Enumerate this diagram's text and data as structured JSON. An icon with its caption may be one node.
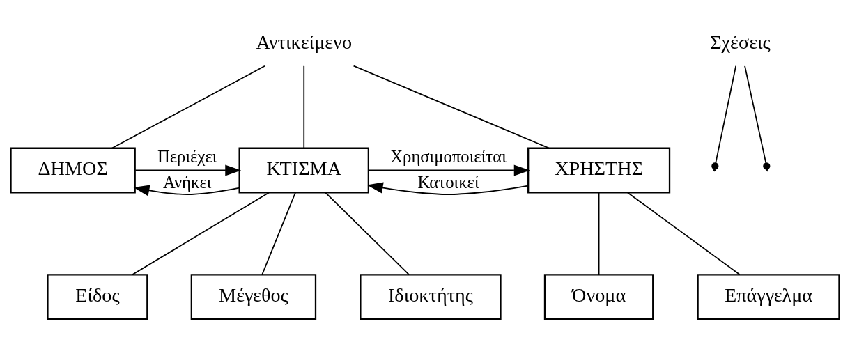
{
  "diagram": {
    "nodes": [
      {
        "text": [
          "Αντικείμενο"
        ]
      },
      {
        "text": [
          "Σχέσεις"
        ]
      },
      {
        "text": [
          "ΔΗΜΟΣ"
        ]
      },
      {
        "text": [
          "ΚΤΙΣΜΑ"
        ]
      },
      {
        "text": [
          "ΧΡΗΣΤΗΣ"
        ]
      },
      {
        "text": [
          "Είδος"
        ]
      },
      {
        "text": [
          "Μέγεθος"
        ]
      },
      {
        "text": [
          "Ιδιοκτήτης"
        ]
      },
      {
        "text": [
          "Όνομα"
        ]
      },
      {
        "text": [
          "Επάγγελμα"
        ]
      }
    ],
    "edges": [
      {
        "from": 0,
        "to": 2,
        "arrow": "none"
      },
      {
        "from": 0,
        "to": 3,
        "arrow": "none"
      },
      {
        "from": 0,
        "to": 4,
        "arrow": "none"
      },
      {
        "from": 1,
        "to": null,
        "arrow": "other"
      },
      {
        "from": 1,
        "to": null,
        "arrow": "other"
      },
      {
        "from": 3,
        "to": 2,
        "arrow": "to",
        "label": "Ανήκει"
      },
      {
        "from": 2,
        "to": 3,
        "arrow": "to",
        "label": "Περιέχει"
      },
      {
        "from": 4,
        "to": 3,
        "arrow": "to",
        "label": "Κατοικεί"
      },
      {
        "from": 3,
        "to": 4,
        "arrow": "to",
        "label": "Χρησιμοποιείται"
      },
      {
        "from": 3,
        "to": 5,
        "arrow": "none"
      },
      {
        "from": 3,
        "to": 6,
        "arrow": "none"
      },
      {
        "from": 3,
        "to": 7,
        "arrow": "none"
      },
      {
        "from": 4,
        "to": 8,
        "arrow": "none"
      },
      {
        "from": 4,
        "to": 9,
        "arrow": "none"
      }
    ]
  }
}
